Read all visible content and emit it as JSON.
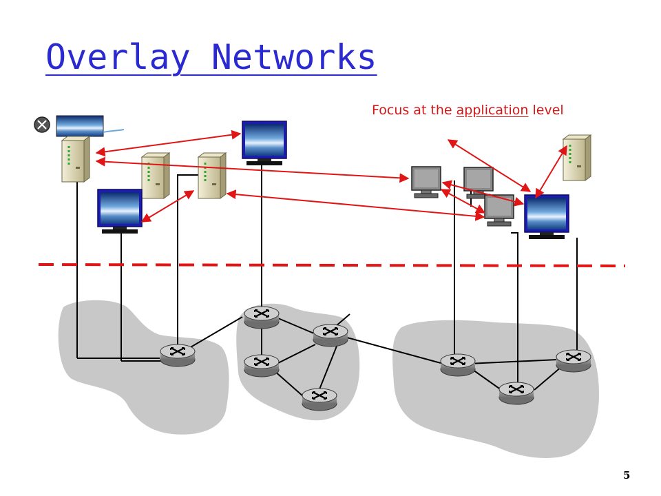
{
  "slide": {
    "title": "Overlay Networks",
    "subtitle": {
      "prefix": "Focus at the ",
      "emphasis": "application",
      "suffix": " level"
    },
    "page_number": "5"
  },
  "colors": {
    "title": "#2a2ad0",
    "overlay_link": "#e01515",
    "boundary_dash": "#e01515",
    "network_cloud": "#c8c8c8",
    "physical_link": "#000000",
    "router": "#8a8a8a",
    "monitor_frame": "#1c1cb0",
    "desktop_pc": "#888888",
    "server_tower": "#d8d2b0"
  },
  "icons": [
    "router-icon",
    "server-tower-icon",
    "monitor-icon",
    "desktop-pc-icon",
    "laptop-icon",
    "overlay-arrow",
    "dashed-boundary-line"
  ]
}
